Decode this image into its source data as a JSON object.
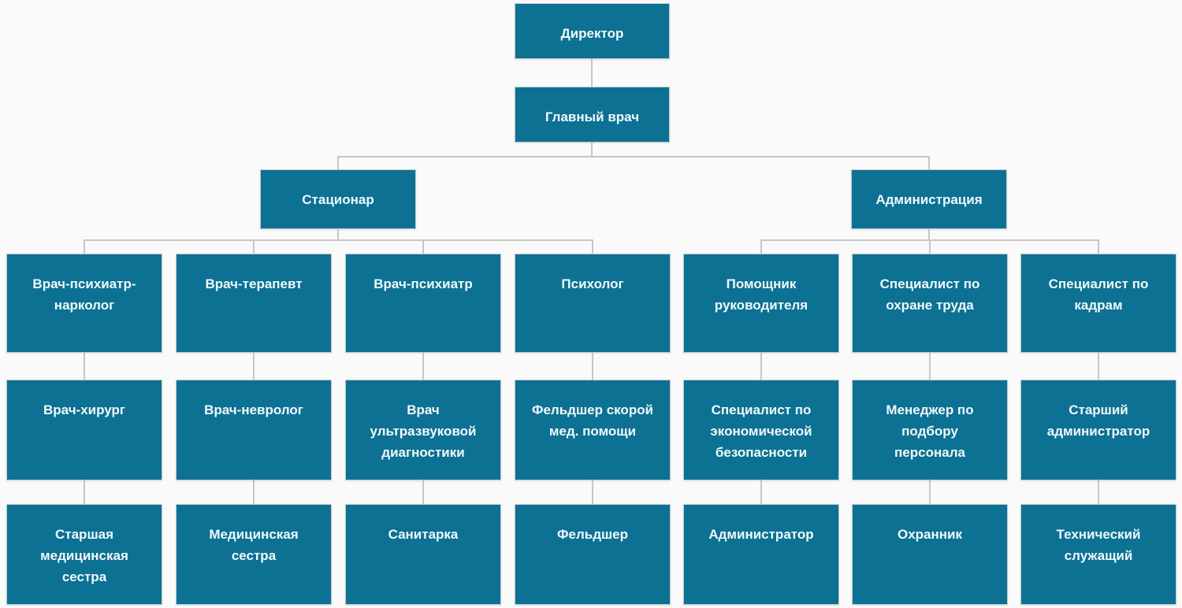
{
  "org": {
    "type": "org-chart",
    "colors": {
      "background": "#FAFAFA",
      "node_fill": "#0D7193",
      "node_text": "#F0F9FC",
      "connector": "#C6C6C6"
    },
    "nodes": [
      {
        "id": "director",
        "label": "Директор",
        "parent": null
      },
      {
        "id": "chief-physician",
        "label": "Главный врач",
        "parent": "director"
      },
      {
        "id": "stationar",
        "label": "Стационар",
        "parent": "chief-physician"
      },
      {
        "id": "administration",
        "label": "Администрация",
        "parent": "chief-physician"
      },
      {
        "id": "psychiatrist-narcologist",
        "label": "Врач-психиатр-нарколог",
        "parent": "stationar"
      },
      {
        "id": "therapist",
        "label": "Врач-терапевт",
        "parent": "stationar"
      },
      {
        "id": "psychiatrist",
        "label": "Врач-психиатр",
        "parent": "stationar"
      },
      {
        "id": "psychologist",
        "label": "Психолог",
        "parent": "stationar"
      },
      {
        "id": "assistant-to-head",
        "label": "Помощник руководителя",
        "parent": "administration"
      },
      {
        "id": "labor-safety-specialist",
        "label": "Специалист по охране труда",
        "parent": "administration"
      },
      {
        "id": "hr-specialist",
        "label": "Специалист по кадрам",
        "parent": "administration"
      },
      {
        "id": "surgeon",
        "label": "Врач-хирург",
        "parent": "psychiatrist-narcologist"
      },
      {
        "id": "neurologist",
        "label": "Врач-невролог",
        "parent": "therapist"
      },
      {
        "id": "ultrasound-doctor",
        "label": "Врач ультразвуковой диагностики",
        "parent": "psychiatrist"
      },
      {
        "id": "ambulance-paramedic",
        "label": "Фельдшер скорой мед. помощи",
        "parent": "psychologist"
      },
      {
        "id": "economic-security-specialist",
        "label": "Специалист по экономической безопасности",
        "parent": "assistant-to-head"
      },
      {
        "id": "recruiting-manager",
        "label": "Менеджер по подбору персонала",
        "parent": "labor-safety-specialist"
      },
      {
        "id": "senior-administrator",
        "label": "Старший администратор",
        "parent": "hr-specialist"
      },
      {
        "id": "head-nurse",
        "label": "Старшая медицинская сестра",
        "parent": "surgeon"
      },
      {
        "id": "nurse",
        "label": "Медицинская сестра",
        "parent": "neurologist"
      },
      {
        "id": "orderly",
        "label": "Санитарка",
        "parent": "ultrasound-doctor"
      },
      {
        "id": "paramedic",
        "label": "Фельдшер",
        "parent": "ambulance-paramedic"
      },
      {
        "id": "administrator",
        "label": "Администратор",
        "parent": "economic-security-specialist"
      },
      {
        "id": "security-guard",
        "label": "Охранник",
        "parent": "recruiting-manager"
      },
      {
        "id": "technical-worker",
        "label": "Технический служащий",
        "parent": "senior-administrator"
      }
    ]
  }
}
